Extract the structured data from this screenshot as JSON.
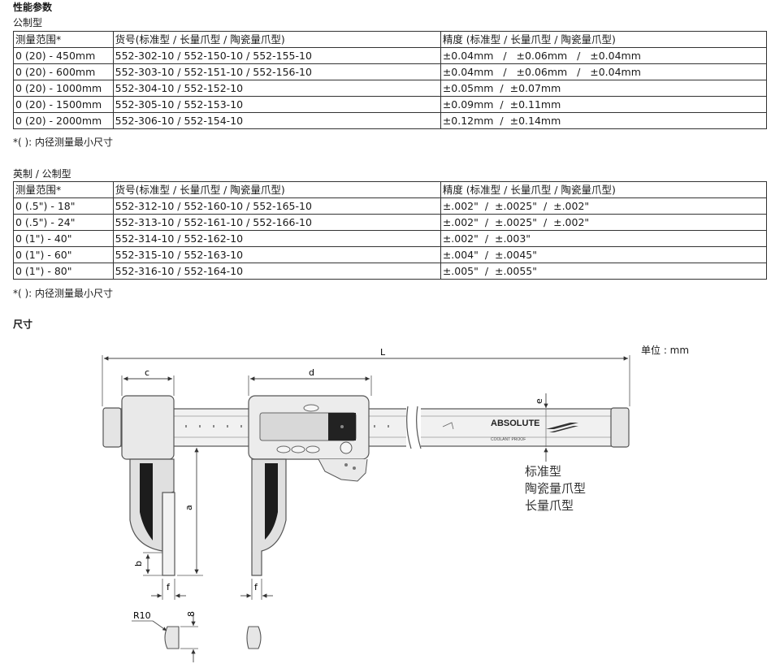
{
  "performance": {
    "heading": "性能参数",
    "metric_title": "公制型",
    "metric_table": {
      "headers": [
        "测量范围*",
        "货号(标准型 / 长量爪型 / 陶瓷量爪型)",
        "精度 (标准型 / 长量爪型 / 陶瓷量爪型)"
      ],
      "rows": [
        [
          "0 (20) - 450mm",
          "552-302-10 / 552-150-10 / 552-155-10",
          "±0.04mm   /   ±0.06mm   /   ±0.04mm"
        ],
        [
          "0 (20) - 600mm",
          "552-303-10 / 552-151-10 / 552-156-10",
          "±0.04mm   /   ±0.06mm   /   ±0.04mm"
        ],
        [
          "0 (20) - 1000mm",
          "552-304-10 / 552-152-10",
          "±0.05mm  /  ±0.07mm"
        ],
        [
          "0 (20) - 1500mm",
          "552-305-10 / 552-153-10",
          "±0.09mm  /  ±0.11mm"
        ],
        [
          "0 (20) - 2000mm",
          "552-306-10 / 552-154-10",
          "±0.12mm  /  ±0.14mm"
        ]
      ]
    },
    "metric_note": "*( ): 内径测量最小尺寸",
    "inch_title": "英制 / 公制型",
    "inch_table": {
      "headers": [
        "测量范围*",
        "货号(标准型 / 长量爪型 / 陶瓷量爪型)",
        "精度 (标准型 / 长量爪型 / 陶瓷量爪型)"
      ],
      "rows": [
        [
          "0 (.5\") - 18\"",
          "552-312-10 / 552-160-10 / 552-165-10",
          "±.002\"  /  ±.0025\"  /  ±.002\""
        ],
        [
          "0 (.5\") - 24\"",
          "552-313-10 / 552-161-10 / 552-166-10",
          "±.002\"  /  ±.0025\"  /  ±.002\""
        ],
        [
          "0 (1\") - 40\"",
          "552-314-10 / 552-162-10",
          "±.002\"  /  ±.003\""
        ],
        [
          "0 (1\") - 60\"",
          "552-315-10 / 552-163-10",
          "±.004\"  /  ±.0045\""
        ],
        [
          "0 (1\") - 80\"",
          "552-316-10 / 552-164-10",
          "±.005\"  /  ±.0055\""
        ]
      ]
    },
    "inch_note": "*( ): 内径测量最小尺寸"
  },
  "dimensions": {
    "heading": "尺寸",
    "unit": "单位 : mm",
    "labels": {
      "L": "L",
      "c": "c",
      "d": "d",
      "e": "e",
      "a": "a",
      "b": "b",
      "f1": "f",
      "f2": "f",
      "r10": "R10",
      "eight": "8"
    },
    "brand": "ABSOLUTE",
    "brand_sub": "COOLANT PROOF",
    "jaw_types": [
      "标准型",
      "陶瓷量爪型",
      "长量爪型"
    ]
  }
}
